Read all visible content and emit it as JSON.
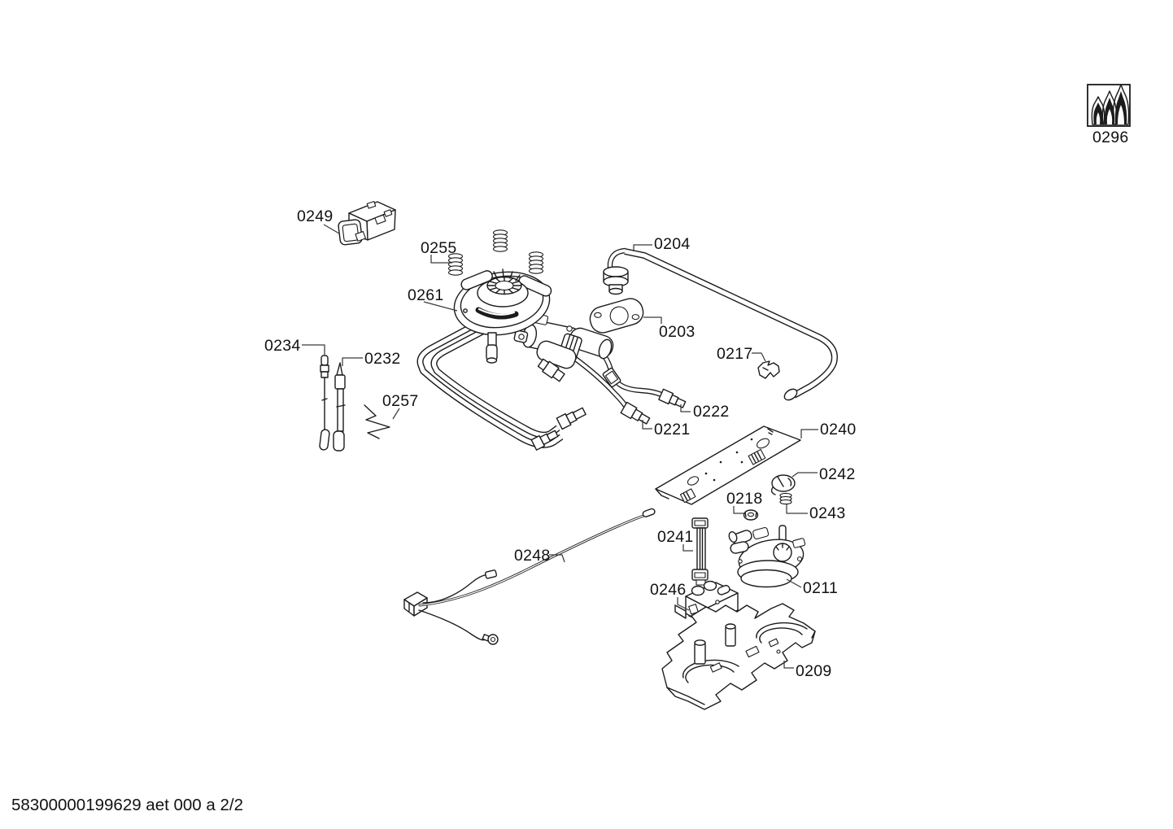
{
  "figure": {
    "type": "exploded-parts-diagram",
    "footer_code": "58300000199629 aet 000 a 2/2"
  },
  "callouts": {
    "0203": "0203",
    "0204": "0204",
    "0209": "0209",
    "0211": "0211",
    "0217": "0217",
    "0218": "0218",
    "0221": "0221",
    "0222": "0222",
    "0232": "0232",
    "0234": "0234",
    "0240": "0240",
    "0241": "0241",
    "0242": "0242",
    "0243": "0243",
    "0246": "0246",
    "0248": "0248",
    "0249": "0249",
    "0255": "0255",
    "0257": "0257",
    "0261": "0261",
    "0296": "0296"
  }
}
